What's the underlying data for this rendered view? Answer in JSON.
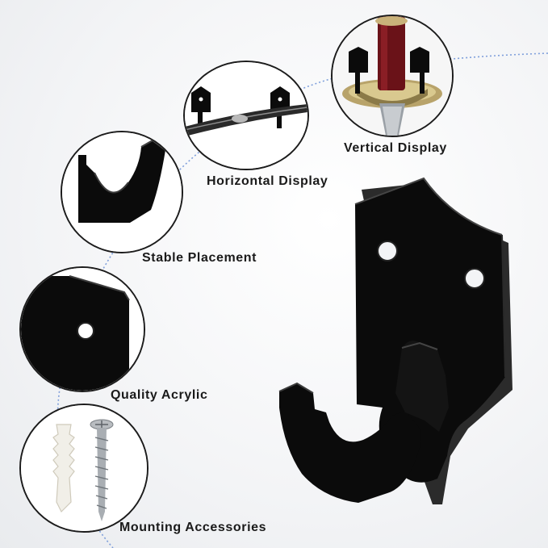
{
  "features": [
    {
      "label": "Vertical Display",
      "icon": "vertical-sword-display-icon"
    },
    {
      "label": "Horizontal Display",
      "icon": "horizontal-sword-display-icon"
    },
    {
      "label": "Stable Placement",
      "icon": "hook-curve-closeup-icon"
    },
    {
      "label": "Quality Acrylic",
      "icon": "acrylic-hole-closeup-icon"
    },
    {
      "label": "Mounting Accessories",
      "icon": "screw-and-anchor-icon"
    }
  ],
  "colors": {
    "accent_line": "#6a8fd6",
    "circle_border": "#1c1c1c",
    "acrylic": "#0b0b0b",
    "background": "#f3f4f6"
  }
}
